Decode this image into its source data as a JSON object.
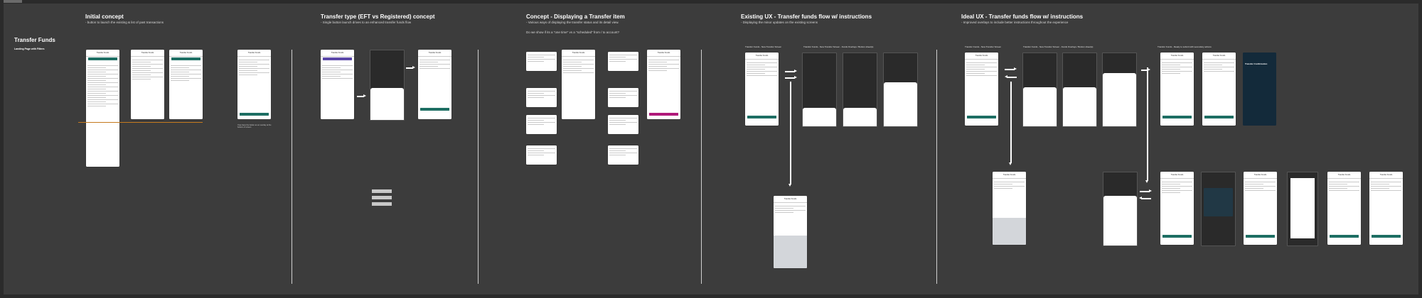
{
  "sections": [
    {
      "title": "Initial concept",
      "subtitle": "- button to launch the existing & list of past transactions"
    },
    {
      "title": "Transfer type (EFT vs Registered) concept",
      "subtitle": "- Single button launch drives to an enhanced transfer funds flow"
    },
    {
      "title": "Concept - Displaying a Transfer item",
      "subtitle": "- Various ways of displaying the transfer status and its detail view.",
      "question": "Do we show if its a \"one time\" vs a \"scheduled\" from / to account?"
    },
    {
      "title": "Existing UX - Transfer funds flow w/ instructions",
      "subtitle": "- Displaying the minor updates on the existing screens"
    },
    {
      "title": "Ideal UX - Transfer funds flow w/ instructions",
      "subtitle": "- Improved overlays to include better instructions throughout the experience"
    }
  ],
  "left_panel": {
    "title": "Transfer Funds",
    "subtitle": "Landing Page with Filters"
  },
  "existing_labels": [
    "Transfer Funds - New Transfer Screen",
    "Transfer Funds - New Transfer Screen - Funds Overlays / Bottom sheet(s)"
  ],
  "ideal_labels": [
    "Transfer Funds - New Transfer Screen",
    "Transfer Funds - New Transfer Screen - Funds Overlays / Bottom sheet(s)",
    "Transfer Funds - Ready to submit with secondary actions"
  ],
  "phone_title": "Transfer Funds",
  "confirmation_title": "Transfer Confirmation",
  "overlay_note": "If we have the button as an overlay at the bottom of screen"
}
